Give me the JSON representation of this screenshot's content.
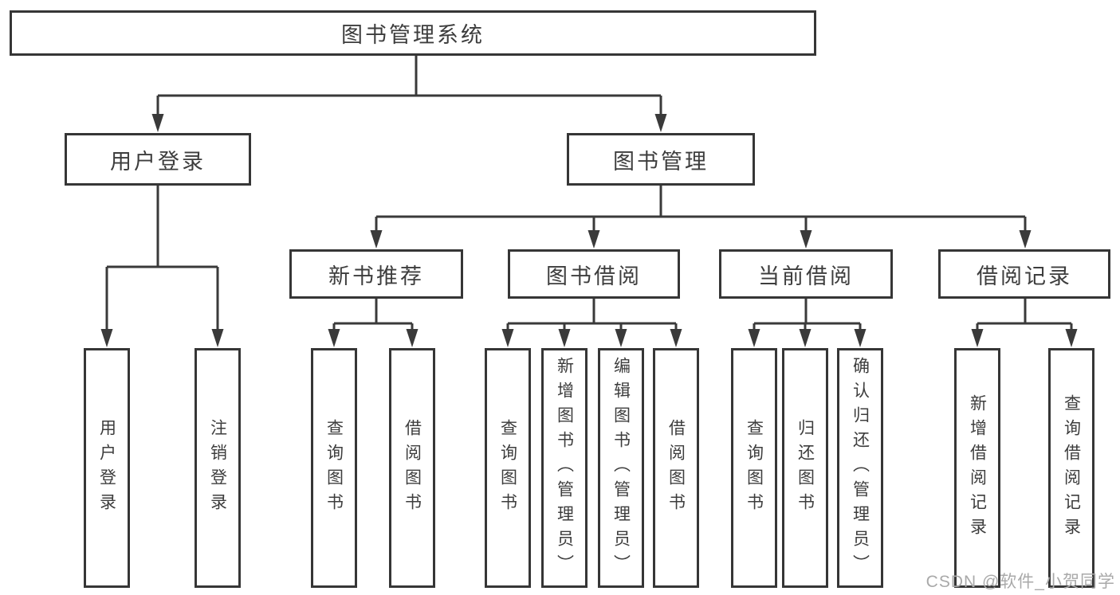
{
  "diagram": {
    "title": "图书管理系统",
    "level1": {
      "user_login": "用户登录",
      "book_management": "图书管理"
    },
    "level2": {
      "new_book_recommend": "新书推荐",
      "book_borrow": "图书借阅",
      "current_borrow": "当前借阅",
      "borrow_record": "借阅记录"
    },
    "leaves": {
      "user_login_1": "用户登录",
      "user_login_2": "注销登录",
      "new_book_1": "查询图书",
      "new_book_2": "借阅图书",
      "book_borrow_1": "查询图书",
      "book_borrow_2": "新增图书（管理员）",
      "book_borrow_3": "编辑图书（管理员）",
      "book_borrow_4": "借阅图书",
      "current_borrow_1": "查询图书",
      "current_borrow_2": "归还图书",
      "current_borrow_3": "确认归还（管理员）",
      "borrow_record_1": "新增借阅记录",
      "borrow_record_2": "查询借阅记录"
    }
  },
  "watermark": "CSDN @软件_小贺同学",
  "colors": {
    "line": "#3a3a3a",
    "border": "#363636",
    "text": "#3d3d3d",
    "watermark": "#a9a9a9",
    "background": "#ffffff"
  }
}
